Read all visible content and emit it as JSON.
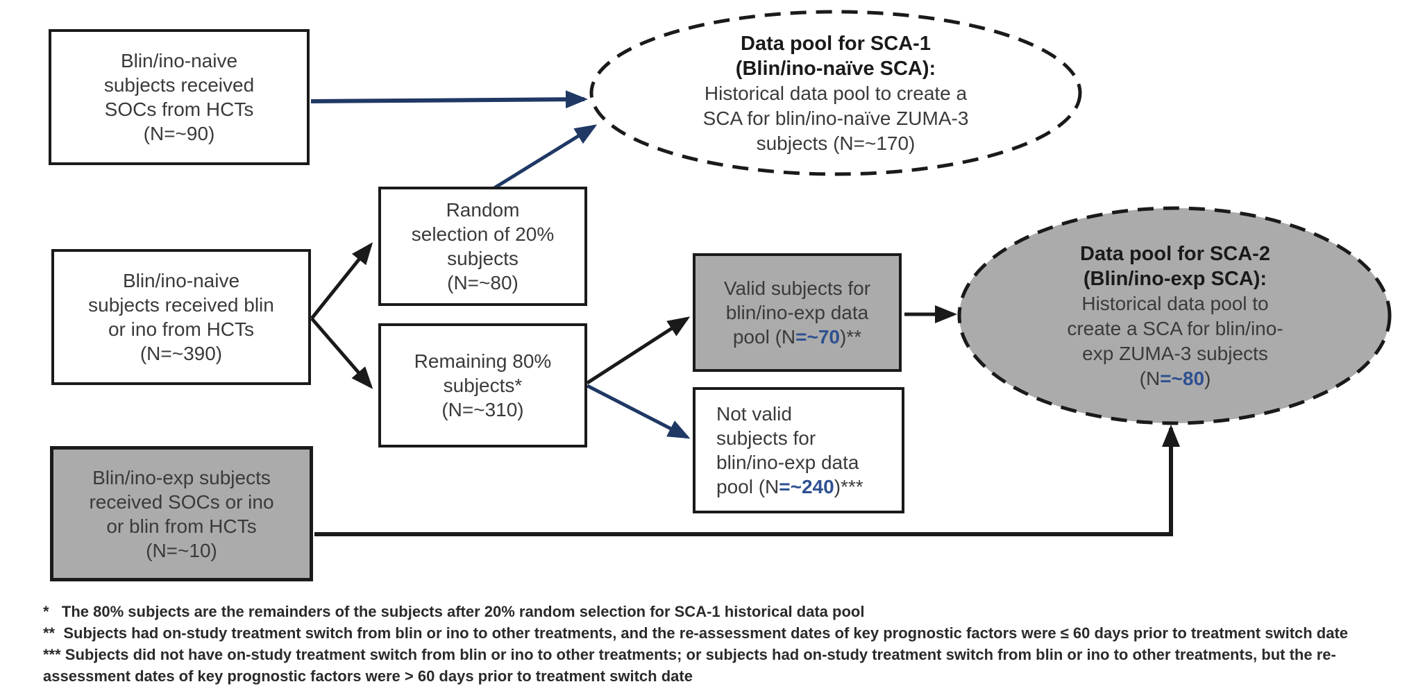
{
  "diagram": {
    "boxes": {
      "naive_soc": {
        "text": "Blin/ino-naive\nsubjects received\nSOCs from HCTs\n(N=~90)"
      },
      "naive_blin_ino": {
        "text": "Blin/ino-naive\nsubjects received blin\nor ino from HCTs\n(N=~390)"
      },
      "random_20": {
        "text": "Random\nselection of 20%\nsubjects\n(N=~80)"
      },
      "remaining_80": {
        "text": "Remaining 80%\nsubjects*\n(N=~310)"
      },
      "valid": {
        "pre": "Valid subjects for\nblin/ino-exp data\npool (N",
        "num": "=~70",
        "post": ")**"
      },
      "not_valid": {
        "pre": "Not valid\nsubjects for\nblin/ino-exp data\npool (N",
        "num": "=~240",
        "post": ")***"
      },
      "exp_soc": {
        "text": "Blin/ino-exp subjects\nreceived SOCs or ino\nor blin from HCTs\n(N=~10)"
      }
    },
    "ellipses": {
      "sca1": {
        "title": "Data pool for SCA-1\n(Blin/ino-naïve SCA):",
        "body": "\nHistorical data pool to create a\nSCA for blin/ino-naïve ZUMA-3\nsubjects (N=~170)"
      },
      "sca2": {
        "title": "Data pool for SCA-2\n(Blin/ino-exp SCA):",
        "body_pre": "\nHistorical data pool to\ncreate a SCA for blin/ino-\nexp ZUMA-3 subjects\n(N",
        "num": "=~80",
        "post": ")"
      }
    },
    "footnotes": "*   The 80% subjects are the remainders of the subjects after 20% random selection for SCA-1 historical data pool\n**  Subjects had on-study treatment switch from blin or ino to other treatments, and the re-assessment dates of key prognostic factors were ≤ 60 days prior to treatment switch date\n*** Subjects did not have on-study treatment switch from blin or ino to other treatments; or subjects had on-study treatment switch from blin or ino to other treatments, but the re-\nassessment dates of key prognostic factors were > 60 days prior to treatment switch date",
    "colors": {
      "arrow_navy": "#1f3864",
      "arrow_black": "#1a1a1a",
      "value_blue": "#2e5090",
      "fill_gray": "#ababab",
      "fill_white": "#ffffff"
    }
  }
}
